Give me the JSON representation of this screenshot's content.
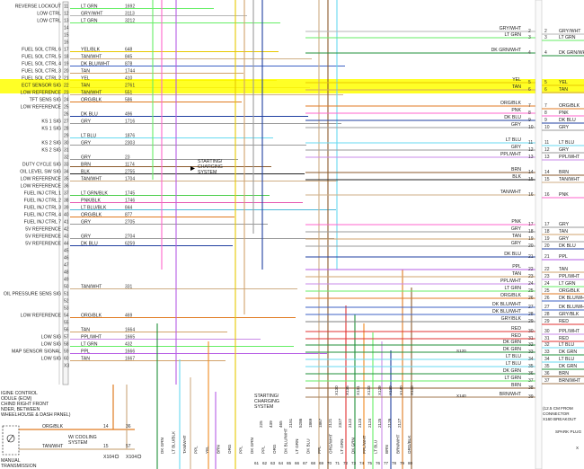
{
  "colors": {
    "background": "#ffffff",
    "highlight": "#ffff00",
    "wire_palette": {
      "LT GRN": "#66ee66",
      "GRY/WHT": "#b5b5b5",
      "YEL": "#e8c800",
      "TAN": "#d2a36c",
      "BLK": "#222222",
      "TAN/WHT": "#cfae85",
      "ORG/BLK": "#e07a20",
      "DK BLU": "#1f3fa0",
      "GRY": "#9a9a9a",
      "LT BLU": "#67d9f0",
      "BRN": "#8b5a2b",
      "PNK": "#ff66cc",
      "PPL": "#b65ce5",
      "PPL/WHT": "#c98be8",
      "DK GRN": "#1f8f3a",
      "RED": "#e23131",
      "BRN/WHT": "#a0774f",
      "DK BLU/WHT": "#3d62c5",
      "GRY/BLK": "#7f7f7f",
      "LT GRN/BLK": "#4fcf4f",
      "PNK/BLK": "#e657b0",
      "LT BLU/BLK": "#4fb8d8",
      "ORG": "#f08a1f",
      "TAN/BLK": "#b08258"
    }
  },
  "left_panel": {
    "signals": [
      {
        "pin": "11",
        "label": "REVERSE LOCKOUT",
        "color": "LT GRN",
        "circuit": "1692"
      },
      {
        "pin": "12",
        "label": "LOW CTRL",
        "color": "GRY/WHT",
        "circuit": "3113"
      },
      {
        "pin": "13",
        "label": "LOW CTRL",
        "color": "LT GRN",
        "circuit": "3212"
      },
      {
        "pin": "14",
        "label": "",
        "color": "",
        "circuit": ""
      },
      {
        "pin": "15",
        "label": "",
        "color": "",
        "circuit": ""
      },
      {
        "pin": "16",
        "label": "",
        "color": "",
        "circuit": ""
      },
      {
        "pin": "17",
        "label": "FUEL SOL CTRL 6",
        "color": "YEL/BLK",
        "circuit": "648"
      },
      {
        "pin": "18",
        "label": "FUEL SOL CTRL 5",
        "color": "TAN/WHT",
        "circuit": "845"
      },
      {
        "pin": "19",
        "label": "FUEL SOL CTRL 4",
        "color": "DK BLU/WHT",
        "circuit": "878"
      },
      {
        "pin": "20",
        "label": "FUEL SOL CTRL 3",
        "color": "TAN",
        "circuit": "1744"
      },
      {
        "pin": "21",
        "label": "FUEL SOL CTRL 2",
        "color": "YEL",
        "circuit": "410"
      },
      {
        "pin": "22",
        "label": "ECT SENSOR SIG",
        "color": "TAN",
        "circuit": "2761"
      },
      {
        "pin": "23",
        "label": "LOW REFERENCE",
        "color": "TAN/WHT",
        "circuit": "551"
      },
      {
        "pin": "24",
        "label": "TFT SENS SIG",
        "color": "ORG/BLK",
        "circuit": "586"
      },
      {
        "pin": "25",
        "label": "LOW REFERENCE",
        "color": "",
        "circuit": ""
      },
      {
        "pin": "26",
        "label": "",
        "color": "DK BLU",
        "circuit": "496"
      },
      {
        "pin": "27",
        "label": "KS 1 SIG",
        "color": "GRY",
        "circuit": "1716"
      },
      {
        "pin": "28",
        "label": "KS 1 SIG",
        "color": "",
        "circuit": ""
      },
      {
        "pin": "29",
        "label": "",
        "color": "LT BLU",
        "circuit": "1876"
      },
      {
        "pin": "30",
        "label": "KS 2 SIG",
        "color": "GRY",
        "circuit": "2303"
      },
      {
        "pin": "31",
        "label": "KS 2 SIG",
        "color": "",
        "circuit": ""
      },
      {
        "pin": "32",
        "label": "",
        "color": "GRY",
        "circuit": "23"
      },
      {
        "pin": "33",
        "label": "DUTY CYCLE SIG",
        "color": "BRN",
        "circuit": "1174"
      },
      {
        "pin": "34",
        "label": "OIL LEVEL SW SIG",
        "color": "BLK",
        "circuit": "2755"
      },
      {
        "pin": "35",
        "label": "LOW REFERENCE",
        "color": "TAN/WHT",
        "circuit": "1704"
      },
      {
        "pin": "36",
        "label": "LOW REFERENCE",
        "color": "",
        "circuit": ""
      },
      {
        "pin": "37",
        "label": "FUEL INJ CTRL 1",
        "color": "LT GRN/BLK",
        "circuit": "1745"
      },
      {
        "pin": "38",
        "label": "FUEL INJ CTRL 2",
        "color": "PNK/BLK",
        "circuit": "1746"
      },
      {
        "pin": "39",
        "label": "FUEL INJ CTRL 3",
        "color": "LT BLU/BLK",
        "circuit": "844"
      },
      {
        "pin": "40",
        "label": "FUEL INJ CTRL 4",
        "color": "ORG/BLK",
        "circuit": "877"
      },
      {
        "pin": "41",
        "label": "FUEL INJ CTRL 7",
        "color": "GRY",
        "circuit": "2705"
      },
      {
        "pin": "42",
        "label": "5V REFERENCE",
        "color": "",
        "circuit": ""
      },
      {
        "pin": "43",
        "label": "5V REFERENCE",
        "color": "GRY",
        "circuit": "2704"
      },
      {
        "pin": "44",
        "label": "5V REFERENCE",
        "color": "DK BLU",
        "circuit": "6259"
      },
      {
        "pin": "45",
        "label": "",
        "color": "",
        "circuit": ""
      },
      {
        "pin": "46",
        "label": "",
        "color": "",
        "circuit": ""
      },
      {
        "pin": "47",
        "label": "",
        "color": "",
        "circuit": ""
      },
      {
        "pin": "48",
        "label": "",
        "color": "",
        "circuit": ""
      },
      {
        "pin": "49",
        "label": "",
        "color": "",
        "circuit": ""
      },
      {
        "pin": "50",
        "label": "",
        "color": "TAN/WHT",
        "circuit": "331"
      },
      {
        "pin": "51",
        "label": "OIL PRESSURE SENS SIG",
        "color": "",
        "circuit": ""
      },
      {
        "pin": "52",
        "label": "",
        "color": "",
        "circuit": ""
      },
      {
        "pin": "53",
        "label": "",
        "color": "",
        "circuit": ""
      },
      {
        "pin": "54",
        "label": "LOW REFERENCE",
        "color": "ORG/BLK",
        "circuit": "469"
      },
      {
        "pin": "55",
        "label": "",
        "color": "",
        "circuit": ""
      },
      {
        "pin": "56",
        "label": "",
        "color": "TAN",
        "circuit": "1664"
      },
      {
        "pin": "57",
        "label": "LOW SIG",
        "color": "PPL/WHT",
        "circuit": "1665"
      },
      {
        "pin": "58",
        "label": "LOW SIG",
        "color": "LT GRN",
        "circuit": "432"
      },
      {
        "pin": "59",
        "label": "MAP SENSOR SIGNAL",
        "color": "PPL",
        "circuit": "1666"
      },
      {
        "pin": "60",
        "label": "LOW SIG",
        "color": "TAN",
        "circuit": "1667"
      },
      {
        "pin": "X3",
        "label": "",
        "color": "",
        "circuit": ""
      }
    ],
    "ecm_caption": [
      "IGINE CONTROL",
      "ODULE (ECM)",
      "CHIND RIGHT FRONT",
      "NDER, BETWEEN",
      "WHEELHOUSE & DASH PANEL)"
    ],
    "transmission_caption": [
      "MANUAL",
      "TRANSMISSION"
    ],
    "bottom_wires": [
      {
        "color": "ORG/BLK",
        "pin": "14",
        "circuit": "36"
      },
      {
        "color": "TAN/WHT",
        "pin": "15",
        "circuit": "57"
      }
    ],
    "cooling_note": [
      "W/ COOLING",
      "SYSTEM"
    ],
    "connectors": [
      "X104",
      "X104"
    ]
  },
  "center": {
    "starting_note_top": [
      "STARTING/",
      "CHARGING",
      "SYSTEM"
    ],
    "starting_note_bottom": [
      "STARTING/",
      "CHARGING",
      "SYSTEM"
    ],
    "vertical_labels": [
      "DK GRN",
      "LT BLU/BLK",
      "TAN/WHT",
      "PPL",
      "YEL",
      "BRN",
      "ORG",
      "PPL",
      "DK GRN",
      "PPL",
      "ORG",
      "DK BLU/WHT",
      "LT GRN",
      "DK BLU",
      "PPL",
      "ORG/WHT",
      "LT GRN",
      "DK GRN",
      "PPL/WHT",
      "LT BLU",
      "BRN",
      "BRN/WHT",
      "ORG/BLK"
    ],
    "vertical_circuits": [
      "225",
      "439",
      "465",
      "2151",
      "5286",
      "1869",
      "1867",
      "2121",
      "2327",
      "2122",
      "2123",
      "2124",
      "2125",
      "2126",
      "2127"
    ],
    "bottom_pins": [
      "61",
      "62",
      "63",
      "64",
      "65",
      "66",
      "67",
      "68",
      "69",
      "70",
      "71",
      "72",
      "73",
      "74",
      "75",
      "76",
      "77",
      "78",
      "79",
      "80"
    ],
    "connector_tags": [
      "X130",
      "X135",
      "X131",
      "X133",
      "X129",
      "X139",
      "X140",
      "X130"
    ]
  },
  "right_panel": {
    "wire_labels": [
      {
        "label": "GRY/WHT",
        "pin": "2"
      },
      {
        "label": "LT GRN",
        "pin": "3"
      },
      {
        "label": "DK GRN/WHT",
        "pin": "4"
      },
      {
        "label": "YEL",
        "pin": "5"
      },
      {
        "label": "TAN",
        "pin": "6"
      },
      {
        "label": "ORG/BLK",
        "pin": "7"
      },
      {
        "label": "PNK",
        "pin": "8"
      },
      {
        "label": "DK BLU",
        "pin": "9"
      },
      {
        "label": "GRY",
        "pin": "10"
      },
      {
        "label": "LT BLU",
        "pin": "11"
      },
      {
        "label": "GRY",
        "pin": "12"
      },
      {
        "label": "PPL/WHT",
        "pin": "13"
      },
      {
        "label": "BRN",
        "pin": "14"
      },
      {
        "label": "BLK",
        "pin": "15"
      },
      {
        "label": "TAN/WHT",
        "pin": "16"
      },
      {
        "label": "PNK",
        "pin": "17"
      },
      {
        "label": "GRY",
        "pin": "18"
      },
      {
        "label": "TAN",
        "pin": "19"
      },
      {
        "label": "GRY",
        "pin": "20"
      },
      {
        "label": "DK BLU",
        "pin": "21"
      },
      {
        "label": "PPL",
        "pin": "22"
      },
      {
        "label": "TAN",
        "pin": "23"
      },
      {
        "label": "PPL/WHT",
        "pin": "24"
      },
      {
        "label": "LT GRN",
        "pin": "25"
      },
      {
        "label": "ORG/BLK",
        "pin": "26"
      },
      {
        "label": "DK BLU/WHT",
        "pin": "27"
      },
      {
        "label": "DK BLU/WHT",
        "pin": "28"
      },
      {
        "label": "GRY/BLK",
        "pin": "29"
      },
      {
        "label": "RED",
        "pin": "30"
      },
      {
        "label": "RED",
        "pin": "31"
      },
      {
        "label": "DK GRN",
        "pin": "32"
      },
      {
        "label": "DK GRN",
        "pin": "33"
      },
      {
        "label": "LT BLU",
        "pin": "34"
      },
      {
        "label": "LT BLU",
        "pin": "35"
      },
      {
        "label": "DK GRN",
        "pin": "36"
      },
      {
        "label": "LT GRN",
        "pin": "37"
      },
      {
        "label": "BRN",
        "pin": "38"
      },
      {
        "label": "BRN/WHT",
        "pin": "39"
      }
    ],
    "connector_tags": [
      "S120",
      "X140"
    ]
  },
  "far_right": {
    "labels": [
      "GRY/WHT",
      "LT GRN",
      "DK GRN/WHT",
      "YEL",
      "TAN",
      "ORG/BLK",
      "PNK",
      "DK BLU",
      "GRY",
      "LT BLU",
      "GRY",
      "PPL/WHT",
      "BRN",
      "TAN/WHT",
      "PNK",
      "GRY",
      "TAN",
      "GRY",
      "DK BLU",
      "PPL",
      "TAN",
      "PPL/WHT",
      "LT GRN",
      "ORG/BLK",
      "DK BLU/WHT",
      "DK BLU/WHT",
      "GRY/BLK",
      "RED",
      "PPL/WHT",
      "RED",
      "LT BLU",
      "DK GRN",
      "LT BLU",
      "DK GRN",
      "BRN",
      "BRN/WHT"
    ],
    "pins": [
      "2",
      "3",
      "4",
      "5",
      "6",
      "7",
      "8",
      "9",
      "10",
      "11",
      "12",
      "13",
      "14",
      "15",
      "16",
      "17",
      "18",
      "19",
      "20",
      "21",
      "22",
      "23",
      "24",
      "25",
      "26",
      "27",
      "28",
      "29",
      "30",
      "31",
      "32",
      "33",
      "34",
      "35",
      "36",
      "37"
    ],
    "note": [
      "(12.5 CM FROM",
      "CONNECTOR",
      "X160 BREAKOUT"
    ],
    "spark_label": "SPARK PLUG",
    "x_tag": "X"
  }
}
